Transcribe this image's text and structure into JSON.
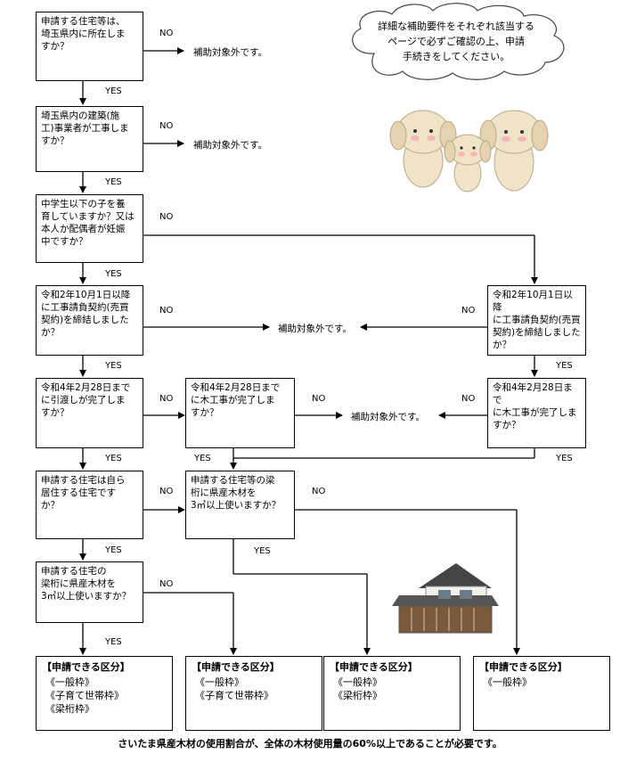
{
  "cloud_note": "詳細な補助要件をそれぞれ該当する\nページで必ずご確認の上、申請\n手続きをしてください。",
  "questions": {
    "q1": "申請する住宅等は、\n埼玉県内に所在しま\nすか？",
    "q2": "埼玉県内の建築(施\n工)事業者が工事しま\nすか？",
    "q3": "中学生以下の子を養\n育していますか？又は\n本人か配偶者が妊娠\n中ですか？",
    "q4_left": "令和2年10月1日以降\nに工事請負契約(売買\n契約)を締結しました\nか？",
    "q4_right": "令和2年10月1日以降\nに工事請負契約(売買\n契約)を締結しました\nか？",
    "q5_left": "令和4年2月28日まで\nに引渡しが完了しま\nすか？",
    "q5_mid": "令和4年2月28日まで\nに木工事が完了しま\nすか？",
    "q5_right": "令和4年2月28日まで\nに木工事が完了しま\nすか？",
    "q6_left": "申請する住宅は自ら\n居住する住宅です\nか？",
    "q6_mid": "申請する住宅等の梁\n桁に県産木材を\n3㎥以上使いますか？",
    "q7_left": "申請する住宅の\n梁桁に県産木材を\n3㎥以上使いますか？"
  },
  "labels": {
    "yes": "YES",
    "no": "NO"
  },
  "results": {
    "not_eligible": "補助対象外です。"
  },
  "answers": [
    {
      "title": "【申請できる区分】",
      "items": [
        "《一般枠》",
        "《子育て世帯枠》",
        "《梁桁枠》"
      ]
    },
    {
      "title": "【申請できる区分】",
      "items": [
        "《一般枠》",
        "《子育て世帯枠》"
      ]
    },
    {
      "title": "【申請できる区分】",
      "items": [
        "《一般枠》",
        "《梁桁枠》"
      ]
    },
    {
      "title": "【申請できる区分】",
      "items": [
        "《一般枠》"
      ]
    }
  ],
  "footer_note": "さいたま県産木材の使用割合が、全体の木材使用量の60%以上であることが必要です。"
}
